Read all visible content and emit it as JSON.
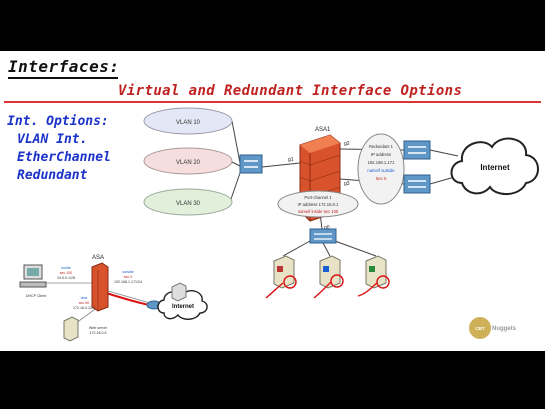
{
  "slide": {
    "title": "Interfaces:",
    "subtitle": "Virtual and Redundant Interface Options",
    "options": [
      "Int. Options:",
      "VLAN Int.",
      "EtherChannel",
      "Redundant"
    ]
  },
  "diagram_top": {
    "vlans": [
      "VLAN 10",
      "VLAN 20",
      "VLAN 30"
    ],
    "firewall_label": "ASA1",
    "cloud_label": "Internet",
    "port_left": "g1",
    "port_right_top": "g2",
    "port_right_bottom": "g3",
    "port_bottom": "g0",
    "redundant_note": [
      "Redundant 1",
      "IP address",
      "192.168.1.171",
      "nameif outside",
      "Sec 0"
    ],
    "bottom_note": [
      "Port-channel 1",
      "IP address 172.16.0.1",
      "nameif inside sec 100"
    ]
  },
  "diagram_small": {
    "asa_label": "ASA",
    "inside_label": [
      "inside",
      "sec 100",
      "10.0.0.1/28"
    ],
    "outside_label": [
      "outside",
      "sec 0",
      "192.168.1.171/24"
    ],
    "dmz_label": [
      "dmz",
      "sec 50",
      "172.16.0.1/24"
    ],
    "client_label": "DHCP Client",
    "server_label": [
      "Web server",
      "172.16.0.5"
    ],
    "cloud_label": "Internet"
  },
  "logo": {
    "line1": "CBT",
    "line2": "Nuggets"
  }
}
